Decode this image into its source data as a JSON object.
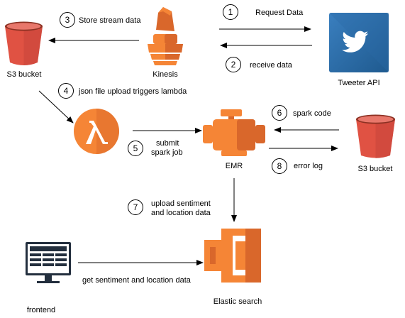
{
  "nodes": {
    "s3_left": {
      "label": "S3 bucket",
      "icon": "s3-bucket-icon"
    },
    "kinesis": {
      "label": "Kinesis",
      "icon": "kinesis-icon"
    },
    "twitter": {
      "label": "Tweeter API",
      "icon": "twitter-bird-icon"
    },
    "lambda": {
      "icon": "lambda-icon"
    },
    "emr": {
      "label": "EMR",
      "icon": "emr-icon"
    },
    "s3_right": {
      "label": "S3 bucket",
      "icon": "s3-bucket-icon"
    },
    "elastic": {
      "label": "Elastic search",
      "icon": "elasticsearch-icon"
    },
    "frontend": {
      "label": "frontend",
      "icon": "monitor-icon"
    }
  },
  "edges": {
    "e1": {
      "step": "1",
      "label": "Request Data"
    },
    "e2": {
      "step": "2",
      "label": "receive data"
    },
    "e3": {
      "step": "3",
      "label": "Store stream data"
    },
    "e4": {
      "step": "4",
      "label": "json file upload triggers lambda"
    },
    "e5": {
      "step": "5",
      "label_line1": "submit",
      "label_line2": "spark job"
    },
    "e6": {
      "step": "6",
      "label": "spark code"
    },
    "e7": {
      "step": "7",
      "label_line1": "upload sentiment",
      "label_line2": "and location data"
    },
    "e8": {
      "step": "8",
      "label": "error log"
    },
    "e9": {
      "label": "get sentiment and location data"
    }
  },
  "colors": {
    "aws_orange": "#F58536",
    "aws_orange_dark": "#D9672B",
    "s3_red": "#E05243",
    "s3_red_dark": "#8C3123",
    "twitter_blue": "#2E6DA4",
    "monitor_dark": "#232F3E",
    "arrow": "#000000"
  }
}
